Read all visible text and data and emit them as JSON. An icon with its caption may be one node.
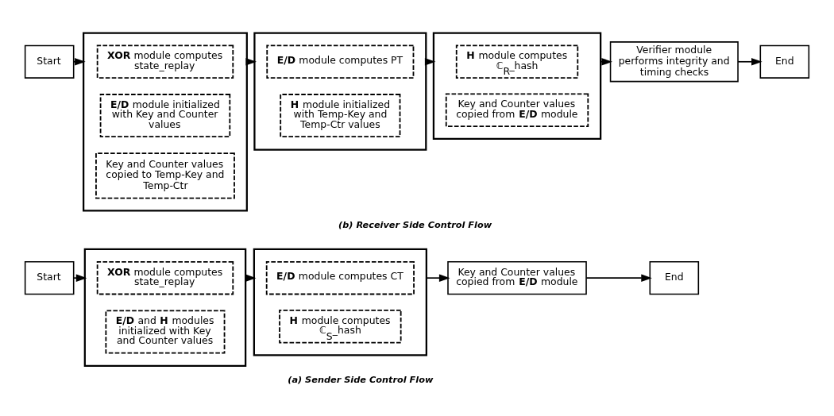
{
  "diagram": {
    "nodes": [
      {
        "text": [
          "Start"
        ]
      },
      {
        "text": [],
        "shape": "box"
      },
      {
        "text": [
          "**XOR** module computes state_replay"
        ],
        "in": 1
      },
      {
        "text": [
          "**E/D** and **H** modules initialized with Key and Counter values"
        ],
        "in": 1
      },
      {
        "text": [],
        "shape": "box"
      },
      {
        "text": [
          "**E/D** module computes CT"
        ],
        "in": 4
      },
      {
        "text": [
          "**H** module computes ℂ$_{S}$_hash"
        ],
        "in": 4
      },
      {
        "text": [
          "Key and Counter values copied from **E/D** module"
        ]
      },
      {
        "text": [
          "End"
        ]
      },
      {
        "text": [
          "Start"
        ]
      },
      {
        "text": [],
        "shape": "box"
      },
      {
        "text": [
          "**XOR** module computes state_replay"
        ],
        "in": 10
      },
      {
        "text": [
          "**E/D** module initialized with Key and Counter values"
        ],
        "in": 10
      },
      {
        "text": [
          "Key and Counter values copied to Temp-Key and Temp-Ctr"
        ],
        "in": 10
      },
      {
        "text": [],
        "shape": "box"
      },
      {
        "text": [
          "**E/D** module computes PT"
        ],
        "in": 14
      },
      {
        "text": [
          "**H** module initialized with Temp-Key and Temp-Ctr values"
        ],
        "in": 14
      },
      {
        "text": [],
        "shape": "box"
      },
      {
        "text": [
          "**H** module computes ℂ$_{R}$_hash"
        ],
        "in": 17
      },
      {
        "text": [
          "Key and Counter values copied from **E/D** module"
        ],
        "in": 17
      },
      {
        "text": [
          "Verifier module performs integrity and timing checks"
        ]
      },
      {
        "text": [
          "End"
        ]
      }
    ],
    "edges": [
      {
        "from": 0,
        "to": 1,
        "arrow": "to"
      },
      {
        "from": 1,
        "to": 4,
        "arrow": "to"
      },
      {
        "from": 4,
        "to": 7,
        "arrow": "to"
      },
      {
        "from": 7,
        "to": 8,
        "arrow": "to"
      },
      {
        "from": 9,
        "to": 10,
        "arrow": "to"
      },
      {
        "from": 10,
        "to": 14,
        "arrow": "to"
      },
      {
        "from": 14,
        "to": 17,
        "arrow": "to"
      },
      {
        "from": 17,
        "to": 20,
        "arrow": "to"
      },
      {
        "from": 20,
        "to": 21,
        "arrow": "to"
      }
    ],
    "labels": [
      "(a) Sender Side Control Flow",
      "(b) Receiver Side Control Flow"
    ]
  }
}
